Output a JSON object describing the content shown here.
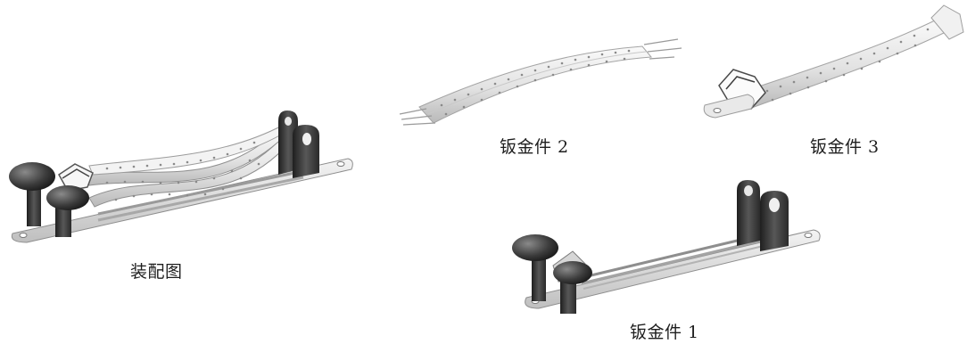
{
  "captions": {
    "assembly": "装配图",
    "part2": "钣金件 2",
    "part3": "钣金件 3",
    "part1": "钣金件 1"
  },
  "colors": {
    "metal_light": "#ececec",
    "metal_mid": "#bdbdbd",
    "metal_dark": "#3a3a3a",
    "hole_dot": "#8a8a8a",
    "caption_text": "#1e1e1e"
  }
}
